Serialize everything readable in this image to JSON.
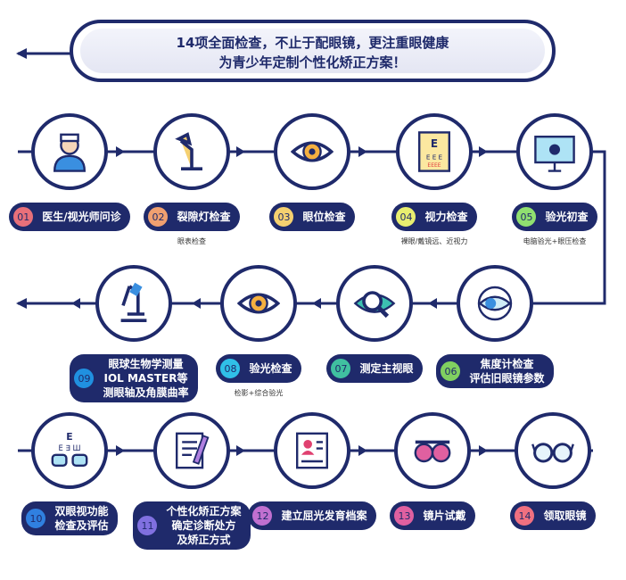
{
  "header": {
    "line1": "14项全面检查，不止于配眼镜，更注重眼健康",
    "line2": "为青少年定制个性化矫正方案！"
  },
  "steps": [
    {
      "num": "01",
      "label": "医生/视光师问诊",
      "sub": "",
      "color": "#e8707a",
      "icon": "doctor-icon"
    },
    {
      "num": "02",
      "label": "裂隙灯检查",
      "sub": "眼表检查",
      "color": "#f0a070",
      "icon": "slit-lamp-icon"
    },
    {
      "num": "03",
      "label": "眼位检查",
      "sub": "",
      "color": "#f5d070",
      "icon": "eye-icon"
    },
    {
      "num": "04",
      "label": "视力检查",
      "sub": "裸眼/戴镜远、近视力",
      "color": "#e8ee70",
      "icon": "eye-chart-icon"
    },
    {
      "num": "05",
      "label": "验光初查",
      "sub": "电脑验光+眼压检查",
      "color": "#90e070",
      "icon": "monitor-eye-icon"
    },
    {
      "num": "06",
      "label": "焦度计检查\n评估旧眼镜参数",
      "sub": "",
      "color": "#80d060",
      "icon": "lens-meter-icon"
    },
    {
      "num": "07",
      "label": "测定主视眼",
      "sub": "",
      "color": "#40c0a0",
      "icon": "magnifier-eye-icon"
    },
    {
      "num": "08",
      "label": "验光检查",
      "sub": "检影+综合验光",
      "color": "#30c0e8",
      "icon": "eye-icon"
    },
    {
      "num": "09",
      "label": "眼球生物学测量\nIOL MASTER等\n测眼轴及角膜曲率",
      "sub": "",
      "color": "#2090e0",
      "icon": "microscope-icon"
    },
    {
      "num": "10",
      "label": "双眼视功能\n检查及评估",
      "sub": "",
      "color": "#3080e0",
      "icon": "glasses-chart-icon"
    },
    {
      "num": "11",
      "label": "个性化矫正方案\n确定诊断处方\n及矫正方式",
      "sub": "",
      "color": "#8070e0",
      "icon": "notebook-icon"
    },
    {
      "num": "12",
      "label": "建立屈光发育档案",
      "sub": "",
      "color": "#c070d0",
      "icon": "profile-file-icon"
    },
    {
      "num": "13",
      "label": "镜片试戴",
      "sub": "",
      "color": "#e060a0",
      "icon": "trial-frame-icon"
    },
    {
      "num": "14",
      "label": "领取眼镜",
      "sub": "",
      "color": "#f07080",
      "icon": "glasses-icon"
    }
  ]
}
